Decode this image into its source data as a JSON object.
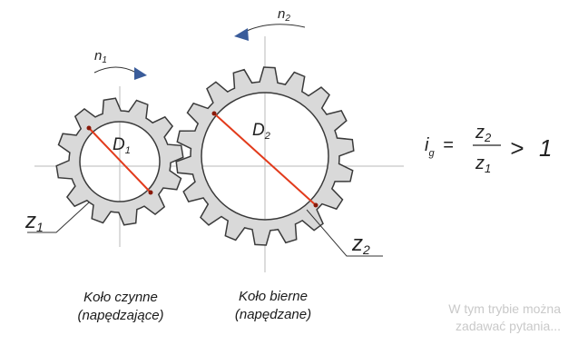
{
  "gears": {
    "driver": {
      "teeth_label": "z",
      "teeth_sub": "1",
      "diameter_label": "D",
      "diameter_sub": "1",
      "speed_label": "n",
      "speed_sub": "1"
    },
    "driven": {
      "teeth_label": "z",
      "teeth_sub": "2",
      "diameter_label": "D",
      "diameter_sub": "2",
      "speed_label": "n",
      "speed_sub": "2"
    }
  },
  "formula": {
    "lhs": "i",
    "lhs_sub": "g",
    "equals": "=",
    "numerator": "z",
    "numerator_sub": "2",
    "denominator": "z",
    "denominator_sub": "1",
    "comparison": ">",
    "rhs": "1"
  },
  "captions": {
    "driver_line1": "Koło czynne",
    "driver_line2": "(napędzające)",
    "driven_line1": "Koło bierne",
    "driven_line2": "(napędzane)"
  },
  "watermark": {
    "line1": "W tym trybie można",
    "line2": "zadawać pytania..."
  },
  "colors": {
    "gear_fill": "#d9d9d9",
    "gear_stroke": "#3a3a3a",
    "diameter_line": "#e23b1c",
    "arrow": "#3a5c9a"
  }
}
